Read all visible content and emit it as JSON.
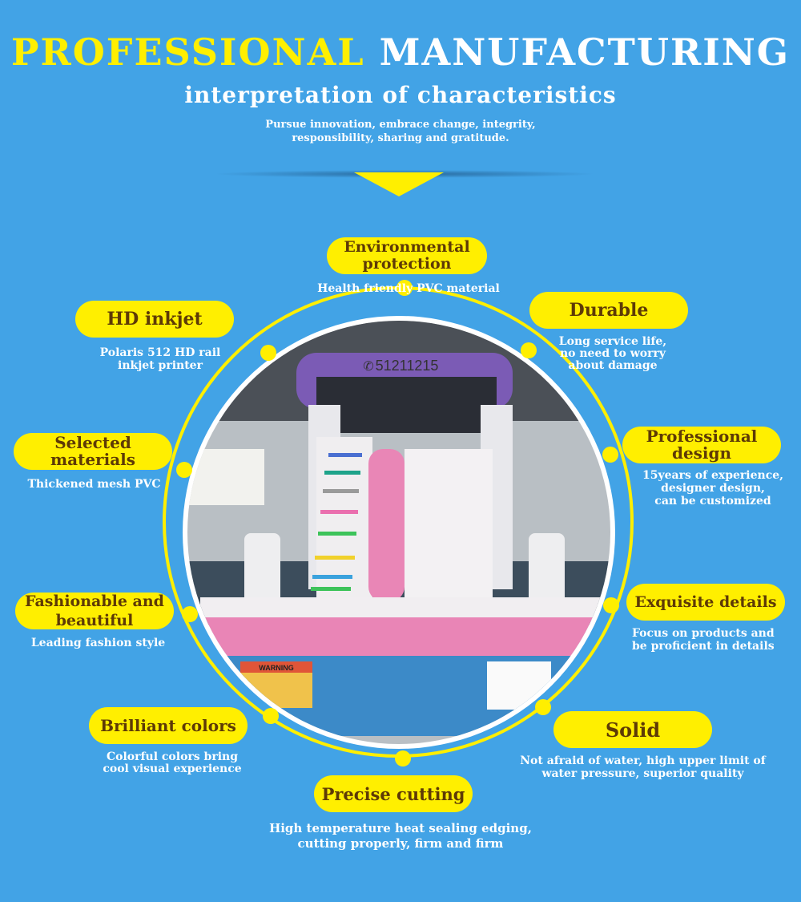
{
  "header": {
    "title_yellow": "PROFESSIONAL",
    "title_white": "MANUFACTURING",
    "subtitle": "interpretation of characteristics",
    "tagline_line1": "Pursue innovation, embrace change, integrity,",
    "tagline_line2": "responsibility, sharing and gratitude."
  },
  "photo": {
    "phone_label": "51211215",
    "warning_label": "WARNING"
  },
  "features": [
    {
      "title1": "Environmental",
      "title2": "protection",
      "desc1": "Health friendly PVC material",
      "desc2": ""
    },
    {
      "title1": "HD inkjet",
      "title2": "",
      "desc1": "Polaris 512 HD rail",
      "desc2": "inkjet printer"
    },
    {
      "title1": "Durable",
      "title2": "",
      "desc1": "Long service life,",
      "desc2": "no need to worry",
      "desc3": "about damage"
    },
    {
      "title1": "Selected",
      "title2": "materials",
      "desc1": "Thickened mesh PVC",
      "desc2": ""
    },
    {
      "title1": "Professional",
      "title2": "design",
      "desc1": "15years of experience,",
      "desc2": "designer design,",
      "desc3": "can be customized"
    },
    {
      "title1": "Fashionable and",
      "title2": "beautiful",
      "desc1": "Leading fashion style",
      "desc2": ""
    },
    {
      "title1": "Exquisite details",
      "title2": "",
      "desc1": "Focus on products and",
      "desc2": "be proficient in details"
    },
    {
      "title1": "Brilliant colors",
      "title2": "",
      "desc1": "Colorful colors bring",
      "desc2": "cool visual experience"
    },
    {
      "title1": "Solid",
      "title2": "",
      "desc1": "Not afraid of water, high upper limit of",
      "desc2": "water pressure, superior quality"
    },
    {
      "title1": "Precise cutting",
      "title2": "",
      "desc1": "High temperature heat sealing edging,",
      "desc2": "cutting properly, firm and firm"
    }
  ],
  "colors": {
    "background": "#42a3e6",
    "accent": "#ffef00",
    "pill_text": "#5e3a06"
  }
}
